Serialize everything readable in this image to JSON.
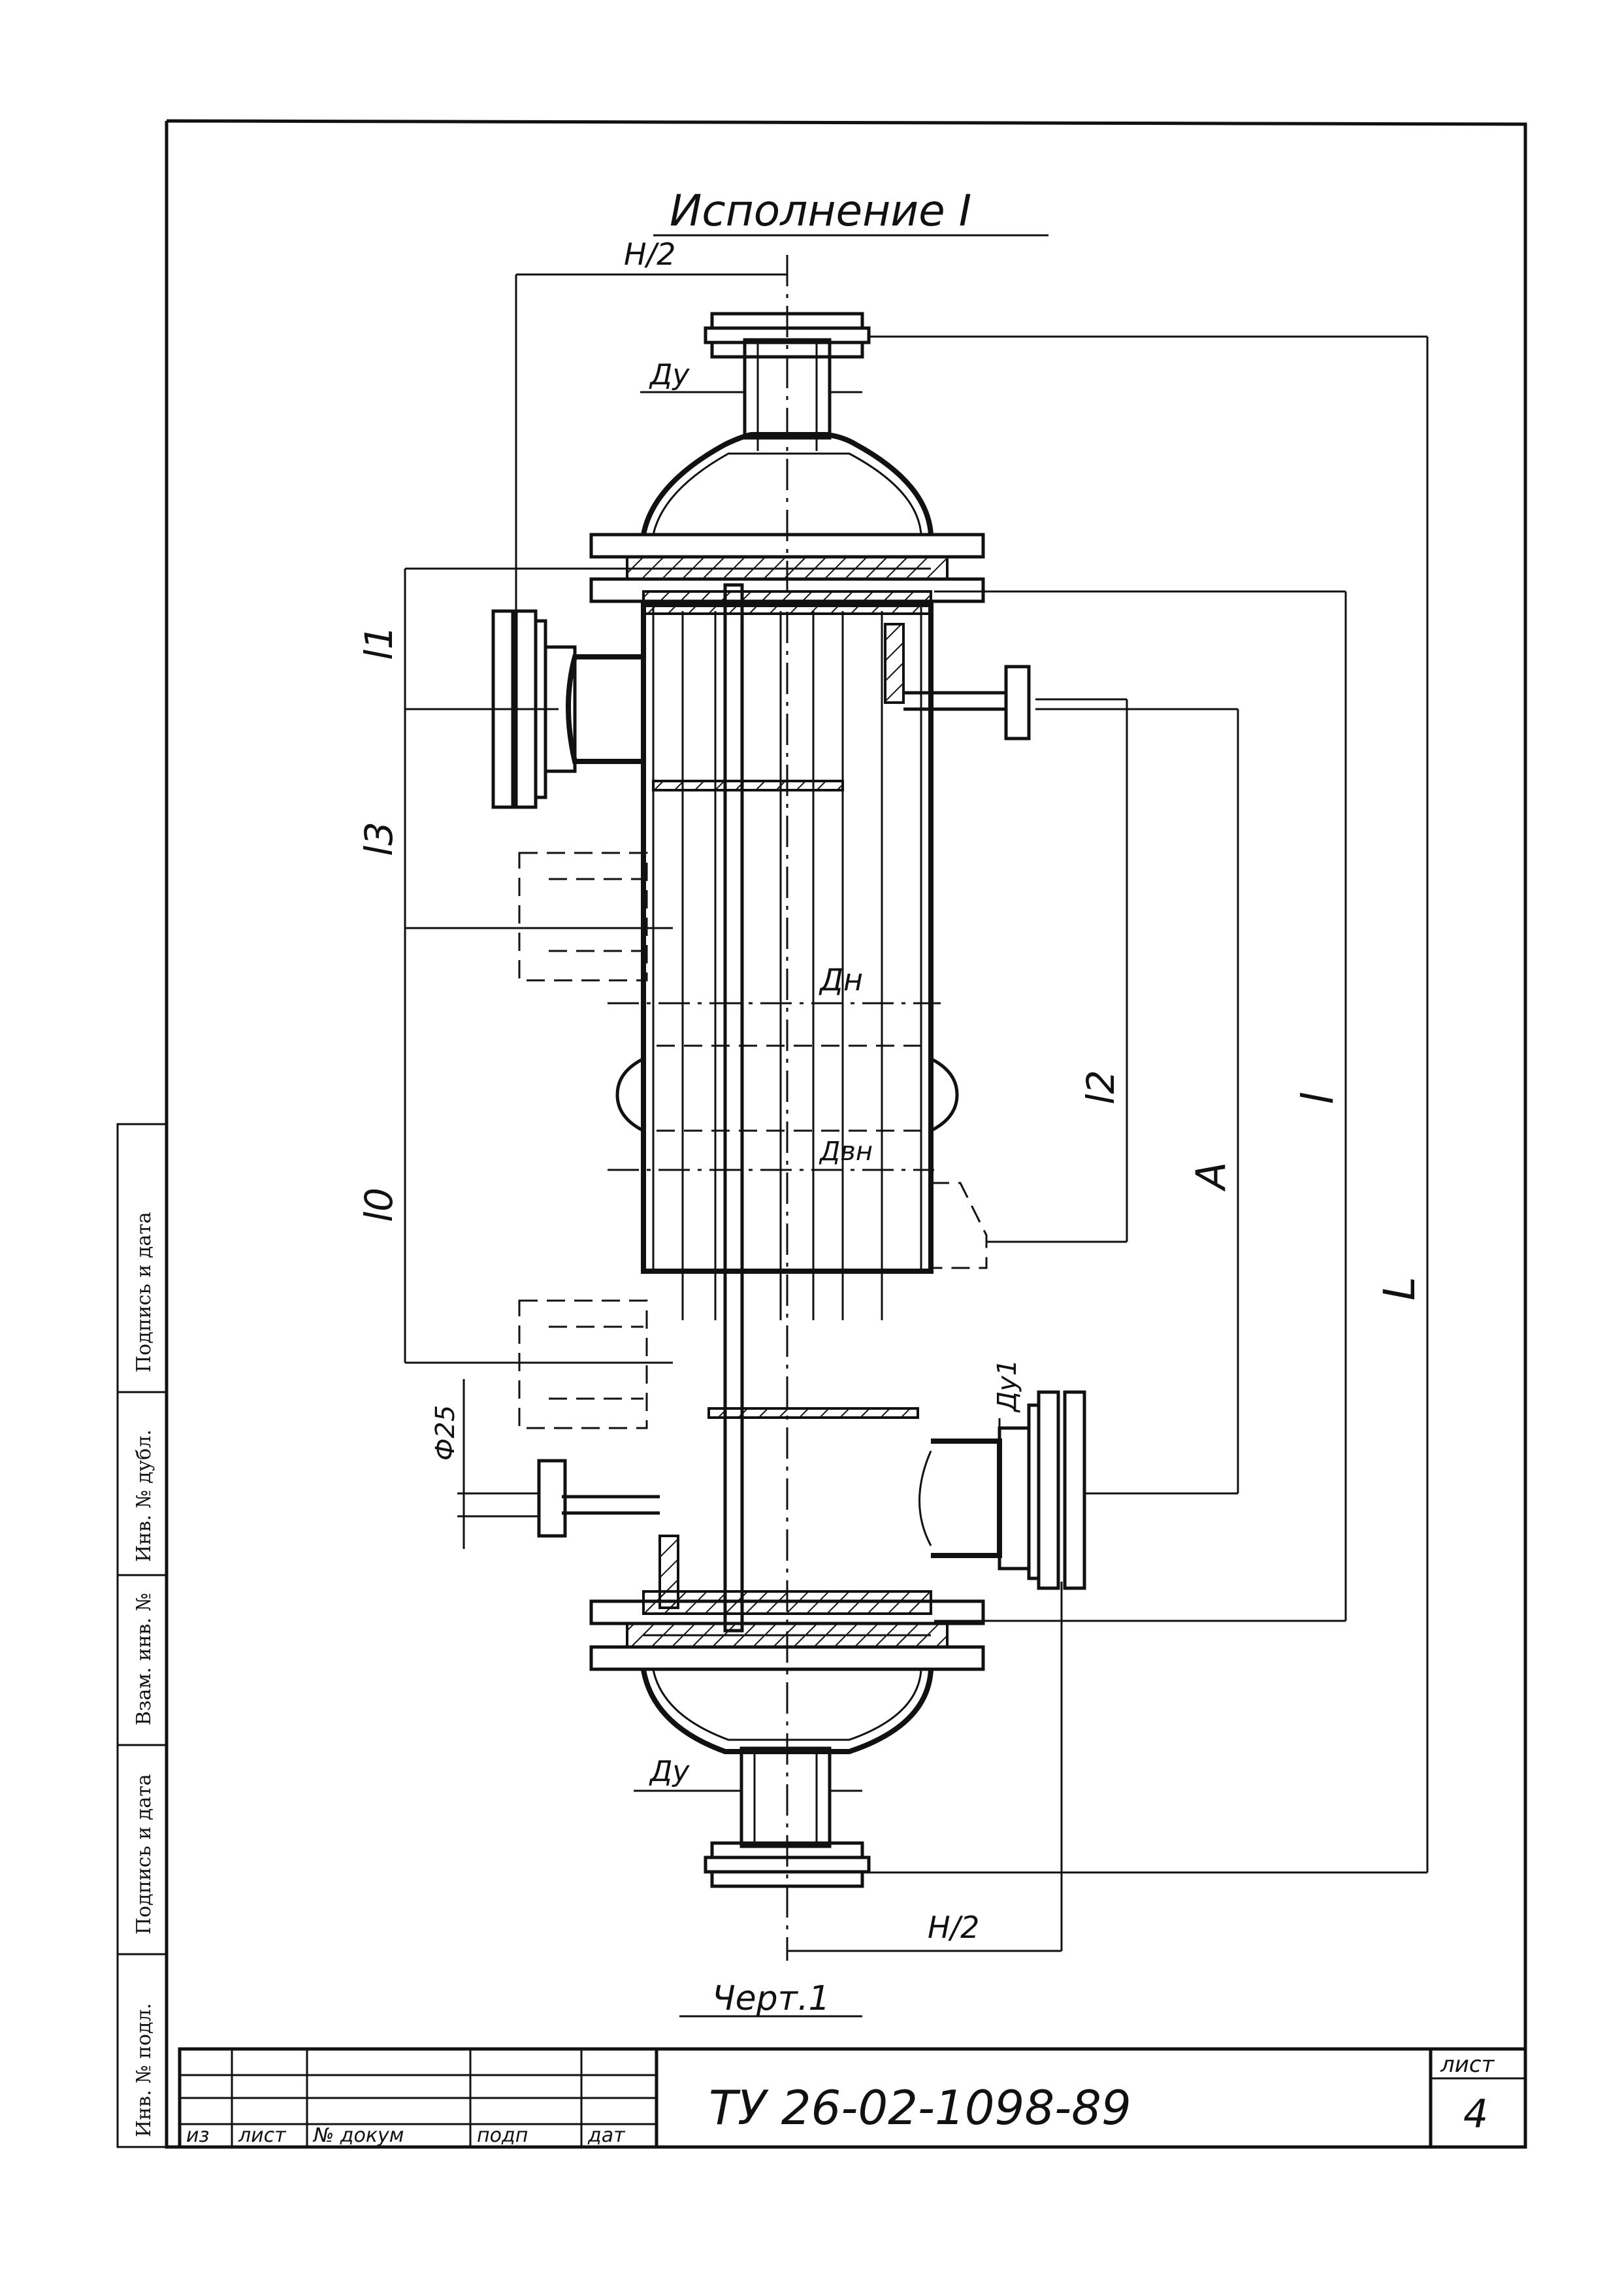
{
  "drawing": {
    "title": "Исполнение I",
    "caption": "Черт.1"
  },
  "dimensions": {
    "top_half_width": "H/2",
    "bottom_half_width": "H/2",
    "top_nozzle": "Ду",
    "bottom_nozzle": "Ду",
    "side_nozzle": "Ду1",
    "diam_outer": "Дн",
    "diam_inner": "Двн",
    "small_pipe": "Ф25",
    "l1": "l1",
    "l3": "l3",
    "l0": "l0",
    "l2": "l2",
    "A": "A",
    "l": "l",
    "L": "L"
  },
  "title_block": {
    "doc_number": "ТУ 26-02-1098-89",
    "sheet_label": "лист",
    "sheet_number": "4",
    "columns": [
      "из",
      "лист",
      "№ докум",
      "подп",
      "дат"
    ]
  },
  "side_stamp": [
    "Инв. № подл.",
    "Подпись и дата",
    "Взам. инв. №",
    "Инв. № дубл.",
    "Подпись и дата"
  ]
}
